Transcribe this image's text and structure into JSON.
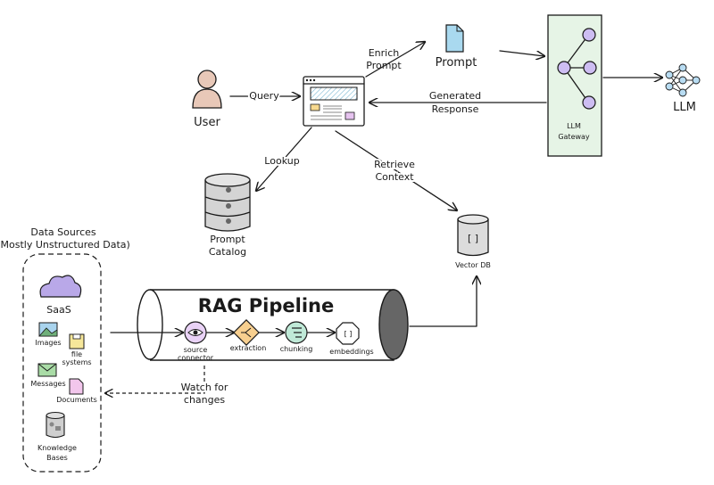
{
  "nodes": {
    "user": "User",
    "prompt": "Prompt",
    "llm": "LLM",
    "llm_gateway": [
      "LLM",
      "Gateway"
    ],
    "prompt_catalog": [
      "Prompt",
      "Catalog"
    ],
    "vector_db": "Vector DB",
    "vector_db_glyph": "[ ]"
  },
  "edges": {
    "query": "Query",
    "enrich_prompt": [
      "Enrich",
      "Prompt"
    ],
    "generated_response": [
      "Generated",
      "Response"
    ],
    "lookup": "Lookup",
    "retrieve_context": [
      "Retrieve",
      "Context"
    ],
    "watch_for_changes": [
      "Watch for",
      "changes"
    ]
  },
  "data_sources": {
    "title": [
      "Data Sources",
      "(Mostly Unstructured Data)"
    ],
    "saas": "SaaS",
    "images": "Images",
    "file_systems": [
      "file",
      "systems"
    ],
    "messages": "Messages",
    "documents": "Documents",
    "knowledge_bases": [
      "Knowledge",
      "Bases"
    ]
  },
  "pipeline": {
    "title": "RAG Pipeline",
    "steps": [
      "source connector",
      "extraction",
      "chunking",
      "embeddings"
    ],
    "source_connector": [
      "source",
      "connector"
    ],
    "embeddings_glyph": "[ ]"
  },
  "colors": {
    "gateway_fill": "#e6f4e6",
    "node_purple": "#cdbdf2",
    "saas_purple": "#b9a8e8",
    "prompt_blue": "#a9d9ef",
    "catalog_gray": "#d4d4d4",
    "vector_gray": "#dcdcdc",
    "step_source": "#e9d2f6",
    "step_extraction": "#f7cf8f",
    "step_chunking": "#bfe9d7",
    "step_embeddings": "#ffffff",
    "image_blue": "#a9d4ee",
    "folder_yellow": "#f6e79a",
    "message_green": "#a9dca6",
    "doc_pink": "#f2c6ec",
    "kb_gray": "#cfcfcf",
    "ui_hatch": "#a8d8ea"
  }
}
